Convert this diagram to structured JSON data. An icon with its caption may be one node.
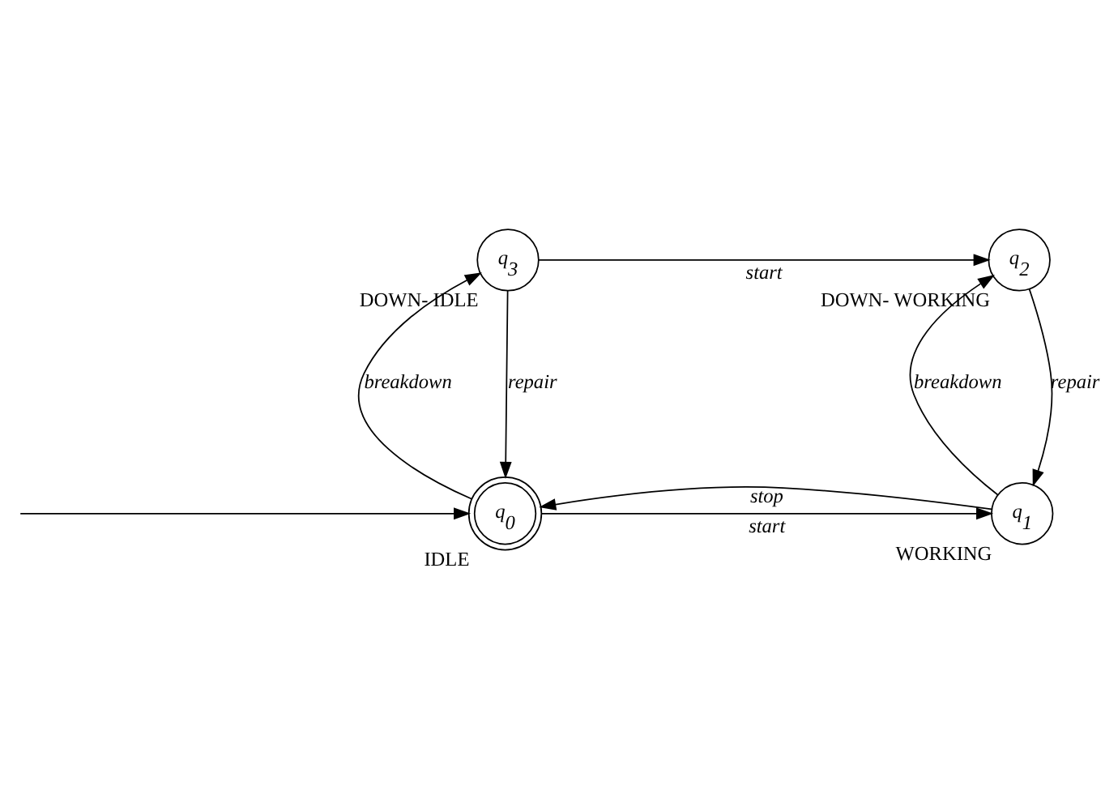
{
  "diagram": {
    "nodes": [
      {
        "text": [
          "q$_{0}$"
        ],
        "beside": [
          "IDLE"
        ]
      },
      {
        "text": [
          "q$_{1}$"
        ],
        "beside": [
          "WORKING"
        ]
      },
      {
        "text": [
          "q$_{2}$"
        ],
        "beside": [
          "DOWN- WORKING"
        ]
      },
      {
        "text": [
          "q$_{3}$"
        ],
        "beside": [
          "DOWN- IDLE"
        ]
      }
    ],
    "edges": [
      {
        "from": 3,
        "to": 2,
        "arrow": "to",
        "label": "start"
      },
      {
        "from": 3,
        "to": 0,
        "arrow": "to",
        "label": "repair"
      },
      {
        "from": 0,
        "to": 3,
        "arrow": "to",
        "label": "breakdown"
      },
      {
        "from": 1,
        "to": 2,
        "arrow": "to",
        "label": "breakdown"
      },
      {
        "from": 2,
        "to": 1,
        "arrow": "to",
        "label": "repair"
      },
      {
        "from": 0,
        "to": 1,
        "arrow": "to",
        "label": "start"
      },
      {
        "from": 1,
        "to": 0,
        "arrow": "to",
        "label": "stop"
      },
      {
        "from": null,
        "to": 0,
        "arrow": "to"
      }
    ]
  }
}
